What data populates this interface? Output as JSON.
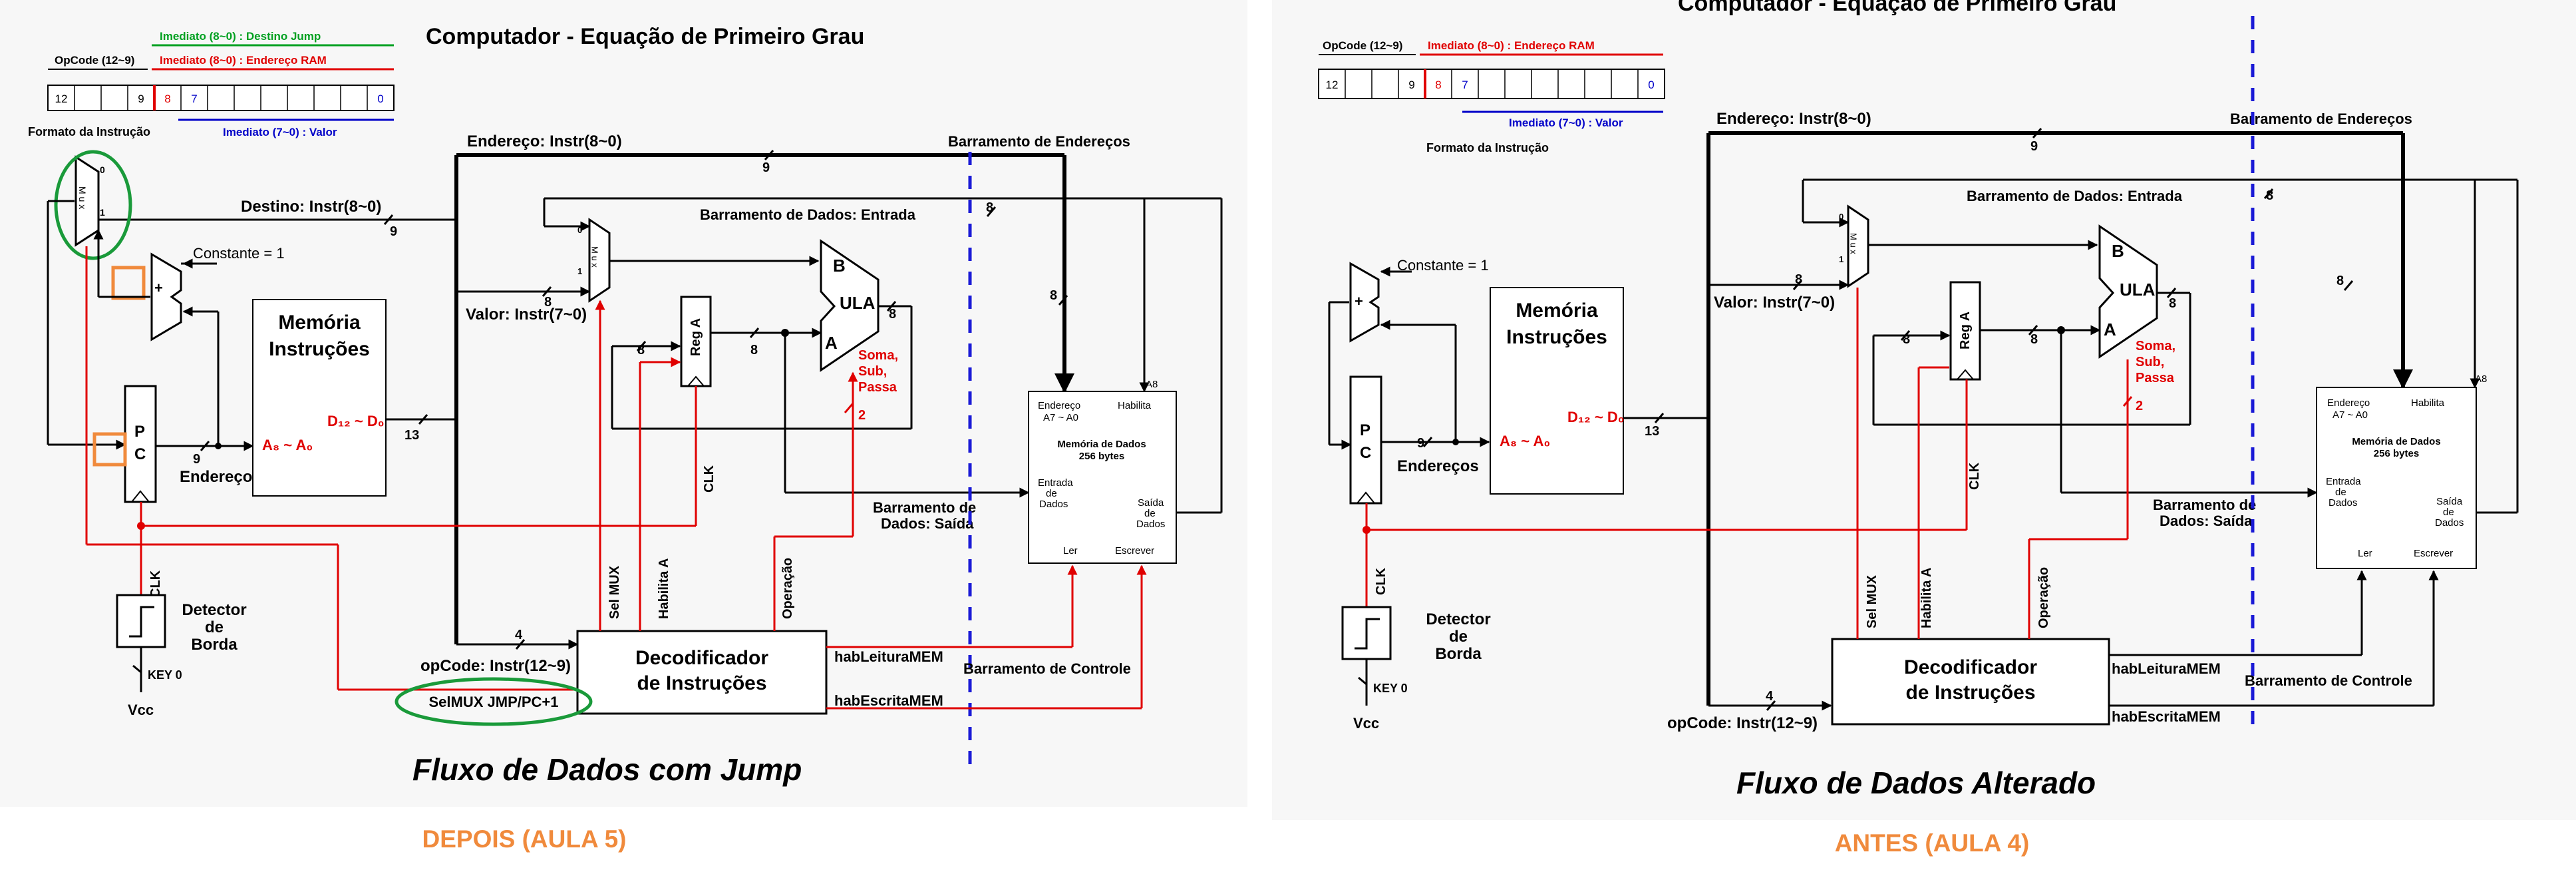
{
  "colors": {
    "wire": "#000000",
    "control": "#e00000",
    "immediate_blue": "#0000c8",
    "jump_green": "#00a020",
    "highlight_green": "#1a9a3a",
    "highlight_orange": "#f08a3c",
    "caption_orange": "#f08a3c",
    "divider_blue": "#1a1ad6"
  },
  "left": {
    "title": "Computador - Equação de Primeiro Grau",
    "subtitle": "Fluxo de Dados com Jump",
    "caption": "DEPOIS (AULA 5)",
    "format": {
      "opcode_label": "OpCode (12~9)",
      "jump_label": "Imediato (8~0) : Destino Jump",
      "ram_label": "Imediato (8~0) : Endereço RAM",
      "value_label": "Imediato (7~0) : Valor",
      "caption": "Formato da Instrução",
      "cells": [
        "12",
        "",
        "",
        "9",
        "8",
        "7",
        "",
        "",
        "",
        "",
        "",
        "",
        "0"
      ]
    },
    "labels": {
      "address_bus_title": "Barramento de Endereços",
      "address": "Endereço: Instr(8~0)",
      "destination": "Destino: Instr(8~0)",
      "data_in": "Barramento de Dados: Entrada",
      "constant": "Constante = 1",
      "value": "Valor: Instr(7~0)",
      "data_out_1": "Barramento de",
      "data_out_2": "Dados: Saída",
      "addresses": "Endereços",
      "opcode": "opCode: Instr(12~9)",
      "control_bus": "Barramento de Controle",
      "read_mem": "habLeituraMEM",
      "write_mem": "habEscritaMEM",
      "selmux_jmp": "SelMUX JMP/PC+1",
      "sel_mux": "Sel MUX",
      "enable_a": "Habilita A",
      "operation": "Operação",
      "clk": "CLK",
      "clk2": "CLK",
      "key0": "KEY 0",
      "vcc": "Vcc",
      "edge_1": "Detector",
      "edge_2": "de",
      "edge_3": "Borda",
      "ops_1": "Soma,",
      "ops_2": "Sub,",
      "ops_3": "Passa"
    },
    "blocks": {
      "inst_mem_1": "Memória",
      "inst_mem_2": "Instruções",
      "inst_addr": "A₈ ~ A₀",
      "inst_data": "D₁₂ ~ D₀",
      "pc_p": "P",
      "pc_c": "C",
      "reg_a": "Reg A",
      "ula": "ULA",
      "ula_b": "B",
      "ula_a": "A",
      "mux": "M u x",
      "mux_0": "0",
      "mux_1": "1",
      "adder": "+",
      "decoder_1": "Decodificador",
      "decoder_2": "de Instruções",
      "dm_addr_1": "Endereço",
      "dm_addr_2": "A7 ~ A0",
      "dm_enable": "Habilita",
      "dm_a8": "A8",
      "dm_title_1": "Memória de Dados",
      "dm_title_2": "256 bytes",
      "dm_in_1": "Entrada",
      "dm_in_2": "de",
      "dm_in_3": "Dados",
      "dm_out_1": "Saída",
      "dm_out_2": "de",
      "dm_out_3": "Dados",
      "dm_read": "Ler",
      "dm_write": "Escrever"
    },
    "widths": {
      "addr_bus": "9",
      "dest": "9",
      "data_in": "8",
      "value": "8",
      "pc_out": "9",
      "inst_out": "13",
      "rega_in": "8",
      "rega_out": "8",
      "ula_out": "8",
      "ula_op": "2",
      "opcode": "4",
      "dm_in": "8"
    }
  },
  "right": {
    "title": "Computador - Equação de Primeiro Grau",
    "subtitle": "Fluxo de Dados Alterado",
    "caption": "ANTES (AULA 4)",
    "format": {
      "opcode_label": "OpCode (12~9)",
      "ram_label": "Imediato (8~0) : Endereço RAM",
      "value_label": "Imediato (7~0) : Valor",
      "caption": "Formato da Instrução",
      "cells": [
        "12",
        "",
        "",
        "9",
        "8",
        "7",
        "",
        "",
        "",
        "",
        "",
        "",
        "0"
      ]
    },
    "labels": {
      "address_bus_title": "Barramento de Endereços",
      "address": "Endereço: Instr(8~0)",
      "data_in": "Barramento de Dados: Entrada",
      "constant": "Constante = 1",
      "value": "Valor: Instr(7~0)",
      "data_out_1": "Barramento de",
      "data_out_2": "Dados: Saída",
      "addresses": "Endereços",
      "opcode": "opCode: Instr(12~9)",
      "control_bus": "Barramento de Controle",
      "read_mem": "habLeituraMEM",
      "write_mem": "habEscritaMEM",
      "sel_mux": "Sel MUX",
      "enable_a": "Habilita A",
      "operation": "Operação",
      "clk": "CLK",
      "clk2": "CLK",
      "key0": "KEY 0",
      "vcc": "Vcc",
      "edge_1": "Detector",
      "edge_2": "de",
      "edge_3": "Borda",
      "ops_1": "Soma,",
      "ops_2": "Sub,",
      "ops_3": "Passa"
    },
    "blocks": {
      "inst_mem_1": "Memória",
      "inst_mem_2": "Instruções",
      "inst_addr": "A₈ ~ A₀",
      "inst_data": "D₁₂ ~ D₀",
      "pc_p": "P",
      "pc_c": "C",
      "reg_a": "Reg A",
      "ula": "ULA",
      "ula_b": "B",
      "ula_a": "A",
      "mux": "M u x",
      "mux_0": "0",
      "mux_1": "1",
      "adder": "+",
      "decoder_1": "Decodificador",
      "decoder_2": "de Instruções",
      "dm_addr_1": "Endereço",
      "dm_addr_2": "A7 ~ A0",
      "dm_enable": "Habilita",
      "dm_a8": "A8",
      "dm_title_1": "Memória de Dados",
      "dm_title_2": "256 bytes",
      "dm_in_1": "Entrada",
      "dm_in_2": "de",
      "dm_in_3": "Dados",
      "dm_out_1": "Saída",
      "dm_out_2": "de",
      "dm_out_3": "Dados",
      "dm_read": "Ler",
      "dm_write": "Escrever"
    },
    "widths": {
      "addr_bus": "9",
      "data_in": "8",
      "value": "8",
      "pc_out": "9",
      "inst_out": "13",
      "rega_in": "8",
      "rega_out": "8",
      "ula_out": "8",
      "ula_op": "2",
      "opcode": "4",
      "dm_in": "8"
    }
  }
}
